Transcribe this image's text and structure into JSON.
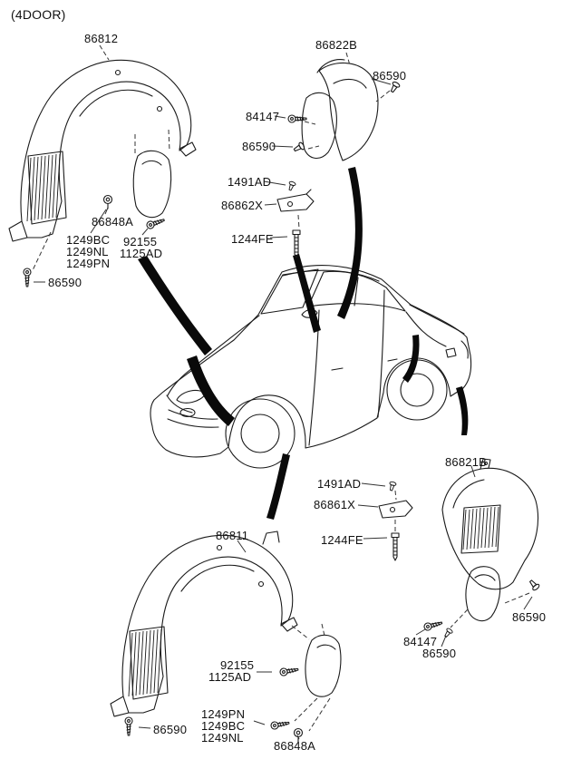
{
  "drawing": {
    "title": "(4DOOR)",
    "labels": [
      {
        "text": "86812"
      },
      {
        "text": "86822B"
      },
      {
        "text": "86590"
      },
      {
        "text": "84147"
      },
      {
        "text": "86590"
      },
      {
        "text": "1491AD"
      },
      {
        "text": "86862X"
      },
      {
        "text": "1244FE"
      },
      {
        "text": "86848A"
      },
      {
        "text": "1249BC"
      },
      {
        "text": "1249NL"
      },
      {
        "text": "1249PN"
      },
      {
        "text": "92155"
      },
      {
        "text": "1125AD"
      },
      {
        "text": "86590"
      },
      {
        "text": "86821B"
      },
      {
        "text": "1491AD"
      },
      {
        "text": "86861X"
      },
      {
        "text": "1244FE"
      },
      {
        "text": "86811"
      },
      {
        "text": "92155"
      },
      {
        "text": "1125AD"
      },
      {
        "text": "86590"
      },
      {
        "text": "1249PN"
      },
      {
        "text": "1249BC"
      },
      {
        "text": "1249NL"
      },
      {
        "text": "86848A"
      },
      {
        "text": "84147"
      },
      {
        "text": "86590"
      },
      {
        "text": "86590"
      }
    ]
  }
}
